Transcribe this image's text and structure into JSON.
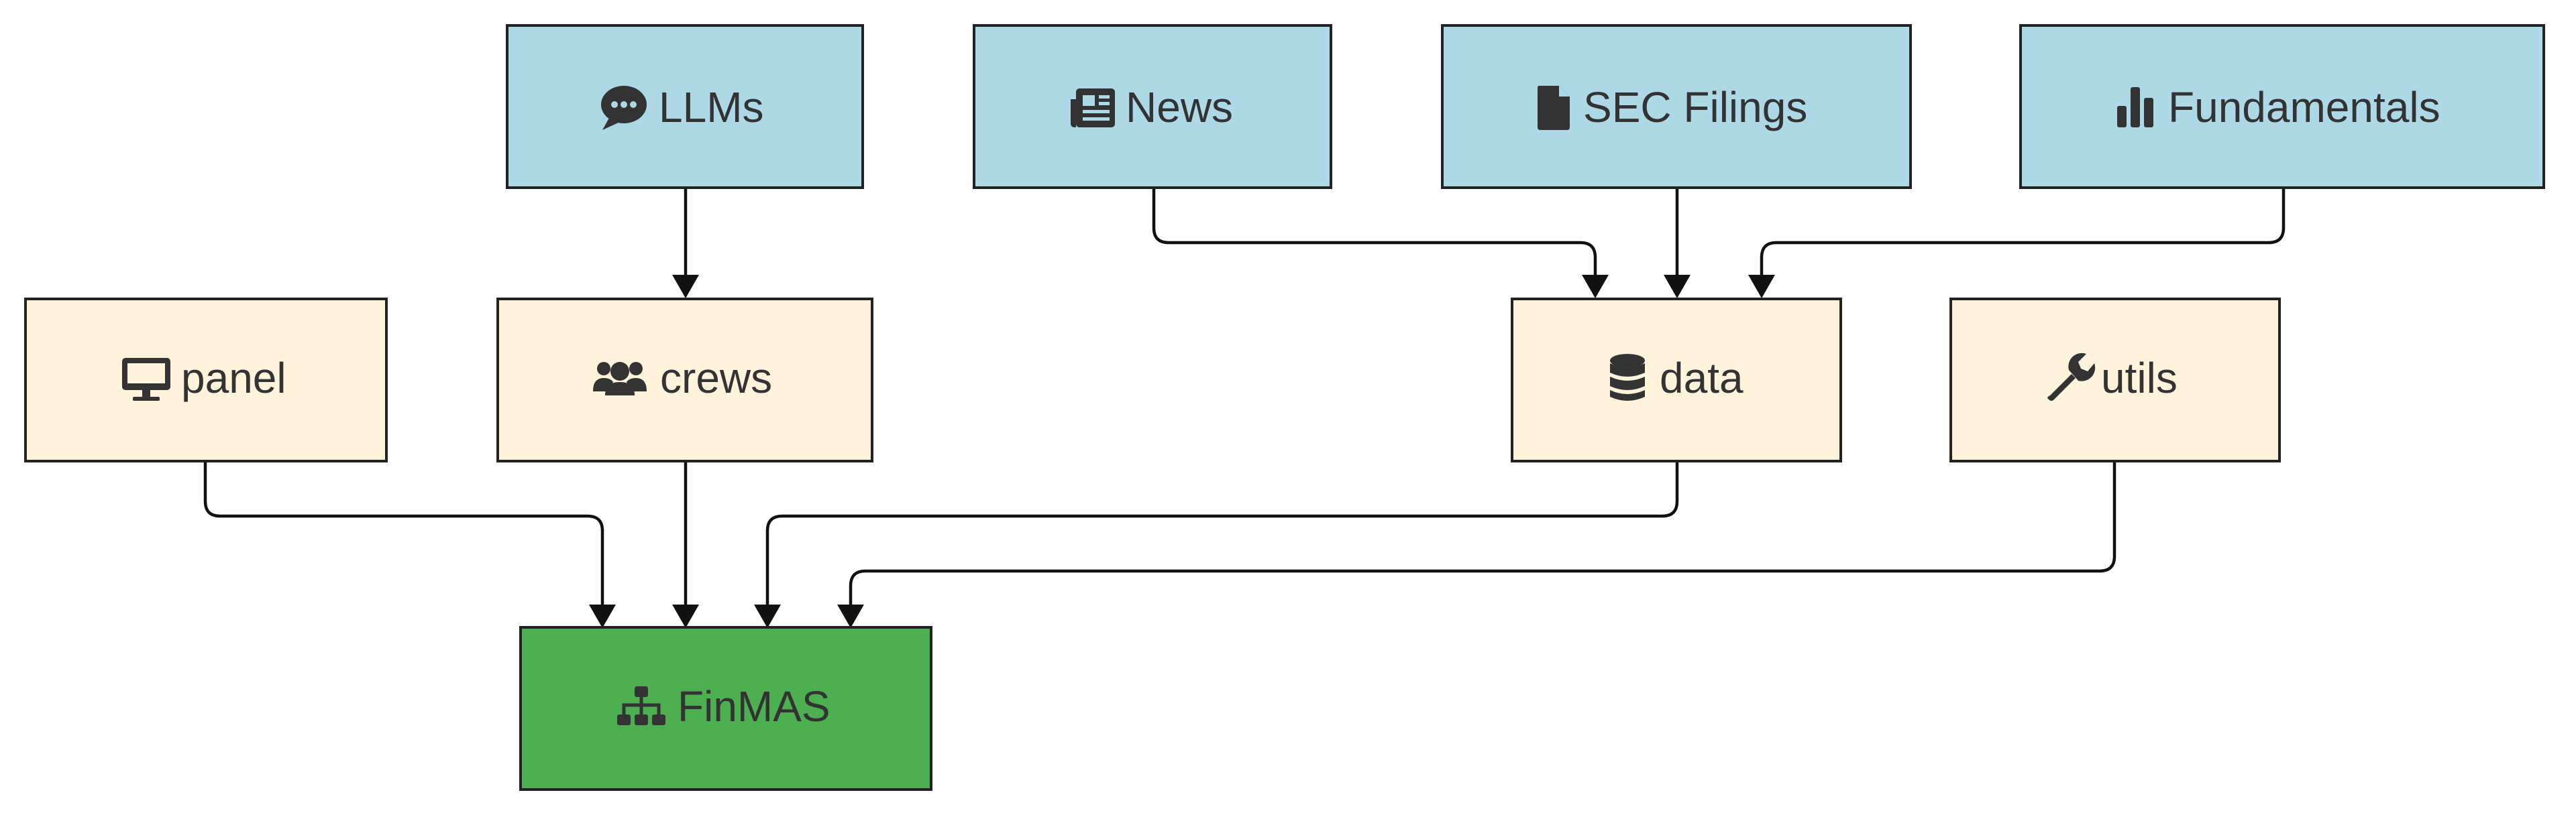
{
  "colors": {
    "source": "#add8e6",
    "module": "#fff3dc",
    "root": "#4caf50"
  },
  "nodes": {
    "llms": {
      "label": "LLMs",
      "icon": "comment-dots-icon",
      "kind": "source"
    },
    "news": {
      "label": "News",
      "icon": "newspaper-icon",
      "kind": "source"
    },
    "sec": {
      "label": "SEC Filings",
      "icon": "file-icon",
      "kind": "source"
    },
    "fundamentals": {
      "label": "Fundamentals",
      "icon": "bar-chart-icon",
      "kind": "source"
    },
    "panel": {
      "label": "panel",
      "icon": "desktop-monitor-icon",
      "kind": "module"
    },
    "crews": {
      "label": "crews",
      "icon": "users-icon",
      "kind": "module"
    },
    "data": {
      "label": "data",
      "icon": "database-icon",
      "kind": "module"
    },
    "utils": {
      "label": "utils",
      "icon": "wrench-icon",
      "kind": "module"
    },
    "finmas": {
      "label": "FinMAS",
      "icon": "sitemap-icon",
      "kind": "root"
    }
  },
  "edges": [
    {
      "from": "llms",
      "to": "crews"
    },
    {
      "from": "news",
      "to": "data"
    },
    {
      "from": "sec",
      "to": "data"
    },
    {
      "from": "fundamentals",
      "to": "data"
    },
    {
      "from": "panel",
      "to": "finmas"
    },
    {
      "from": "crews",
      "to": "finmas"
    },
    {
      "from": "data",
      "to": "finmas"
    },
    {
      "from": "utils",
      "to": "finmas"
    }
  ]
}
